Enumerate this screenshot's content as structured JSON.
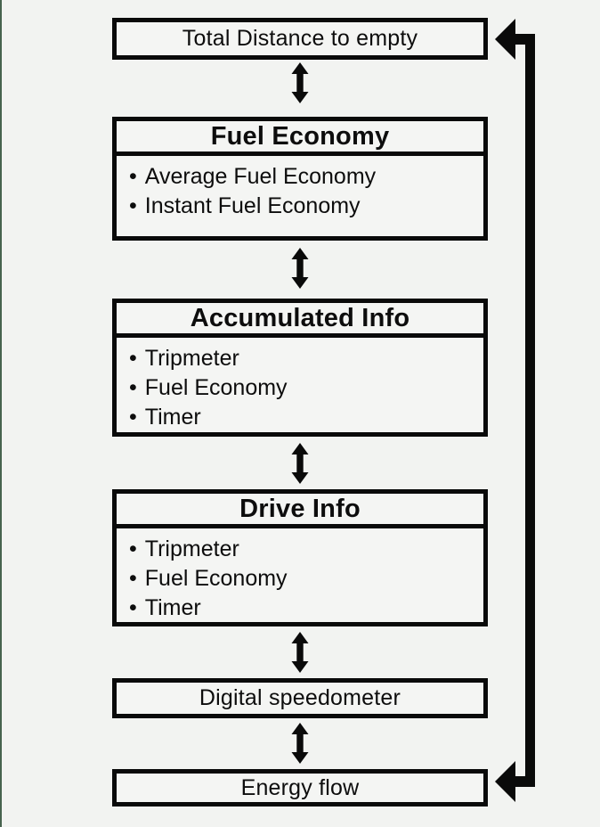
{
  "canvas": {
    "background": "#f2f3f1",
    "box_fill": "#f4f5f3",
    "line_color": "#0a0a0a",
    "text_color": "#0d0d0d",
    "edge_strip_color": "#47634e"
  },
  "diagram": {
    "bullet": "•",
    "nodes": [
      {
        "title": "Total Distance to empty"
      },
      {
        "title": "Fuel Economy",
        "items": [
          "Average Fuel Economy",
          "Instant Fuel Economy"
        ]
      },
      {
        "title": "Accumulated Info",
        "items": [
          "Tripmeter",
          "Fuel Economy",
          "Timer"
        ]
      },
      {
        "title": "Drive Info",
        "items": [
          "Tripmeter",
          "Fuel Economy",
          "Timer"
        ]
      },
      {
        "title": "Digital speedometer"
      },
      {
        "title": "Energy flow"
      }
    ]
  }
}
